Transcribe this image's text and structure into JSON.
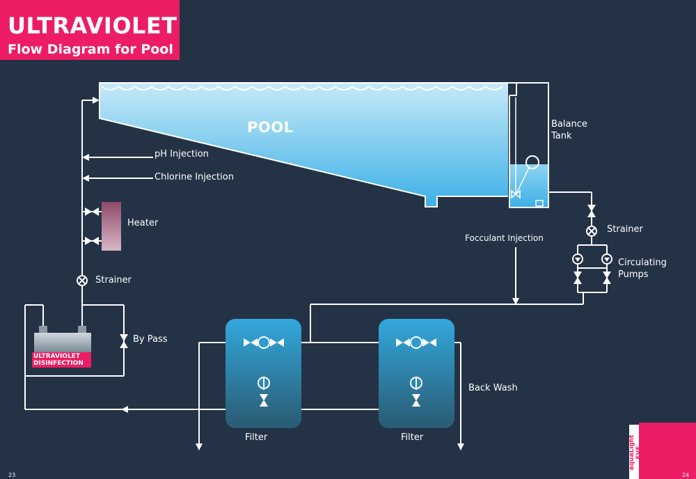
{
  "title": {
    "main": "ULTRAVIOLET",
    "subtitle": "Flow Diagram for Pool"
  },
  "labels": {
    "pool": "POOL",
    "balance_tank": "Balance Tank",
    "ph_injection": "pH Injection",
    "chlorine_injection": "Chlorine Injection",
    "heater": "Heater",
    "strainer_left": "Strainer",
    "strainer_right": "Strainer",
    "circulating_pumps": "Circulating Pumps",
    "flocculant_injection": "Focculant Injection",
    "by_pass": "By Pass",
    "uv_disinfection": "ULTRAVIOLET DISINFECTION",
    "back_wash": "Back Wash",
    "filter_1": "Filter",
    "filter_2": "Filter"
  },
  "footer": {
    "page_left": "23",
    "page_right": "24",
    "brand": "aquaLight EVE"
  },
  "colors": {
    "background": "#243246",
    "accent": "#ec1d64",
    "water_light": "#bfe6f7",
    "water_dark": "#3fb2e6",
    "pipe": "#ffffff"
  }
}
